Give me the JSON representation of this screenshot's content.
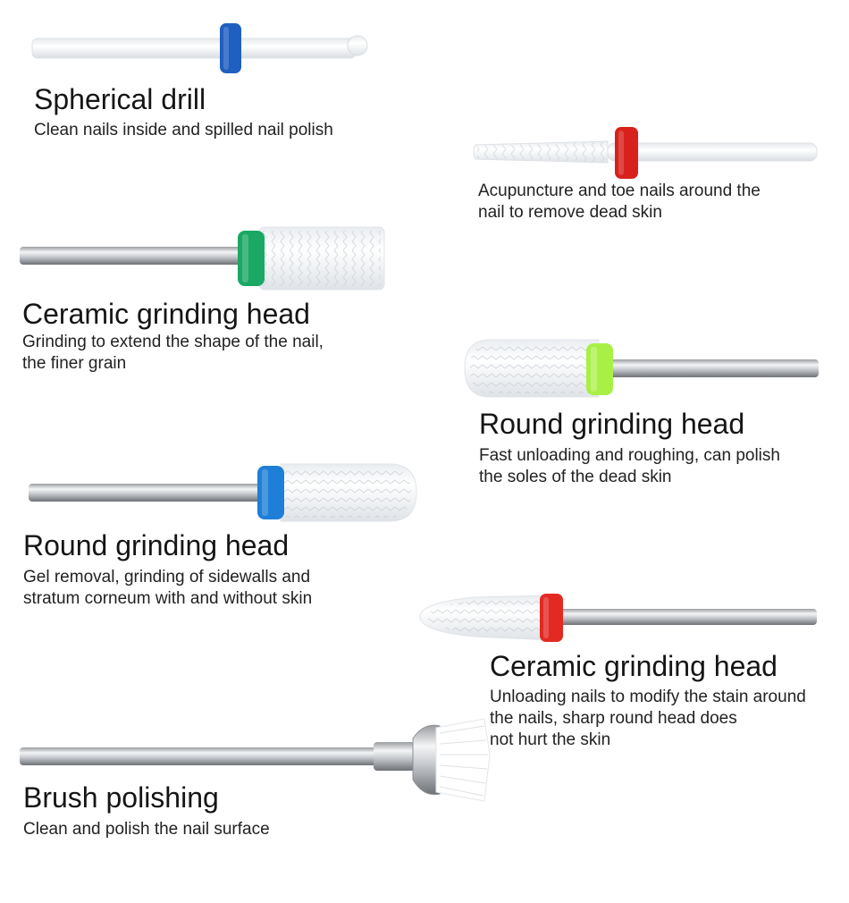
{
  "items": [
    {
      "title": "Spherical drill",
      "description": "Clean nails inside and spilled nail polish",
      "band_color": "#1f5fc0"
    },
    {
      "title": "",
      "description": "Acupuncture and toe nails around the\nnail to remove dead skin",
      "band_color": "#d8211c"
    },
    {
      "title": "Ceramic grinding head",
      "description": "Grinding to extend the shape of the nail,\nthe finer grain",
      "band_color": "#1aa864"
    },
    {
      "title": "Round grinding head",
      "description": "Fast unloading and roughing, can polish\nthe soles of the dead skin",
      "band_color": "#a9f046"
    },
    {
      "title": "Round grinding head",
      "description": "Gel removal, grinding of sidewalls and\nstratum corneum with and without skin",
      "band_color": "#1f7fd8"
    },
    {
      "title": "Ceramic grinding head",
      "description": "Unloading nails to modify the stain around\nthe nails, sharp round head does\nnot hurt the skin",
      "band_color": "#e32a22"
    },
    {
      "title": "Brush polishing",
      "description": "Clean and polish the nail surface",
      "band_color": "#b9bcc0"
    }
  ]
}
